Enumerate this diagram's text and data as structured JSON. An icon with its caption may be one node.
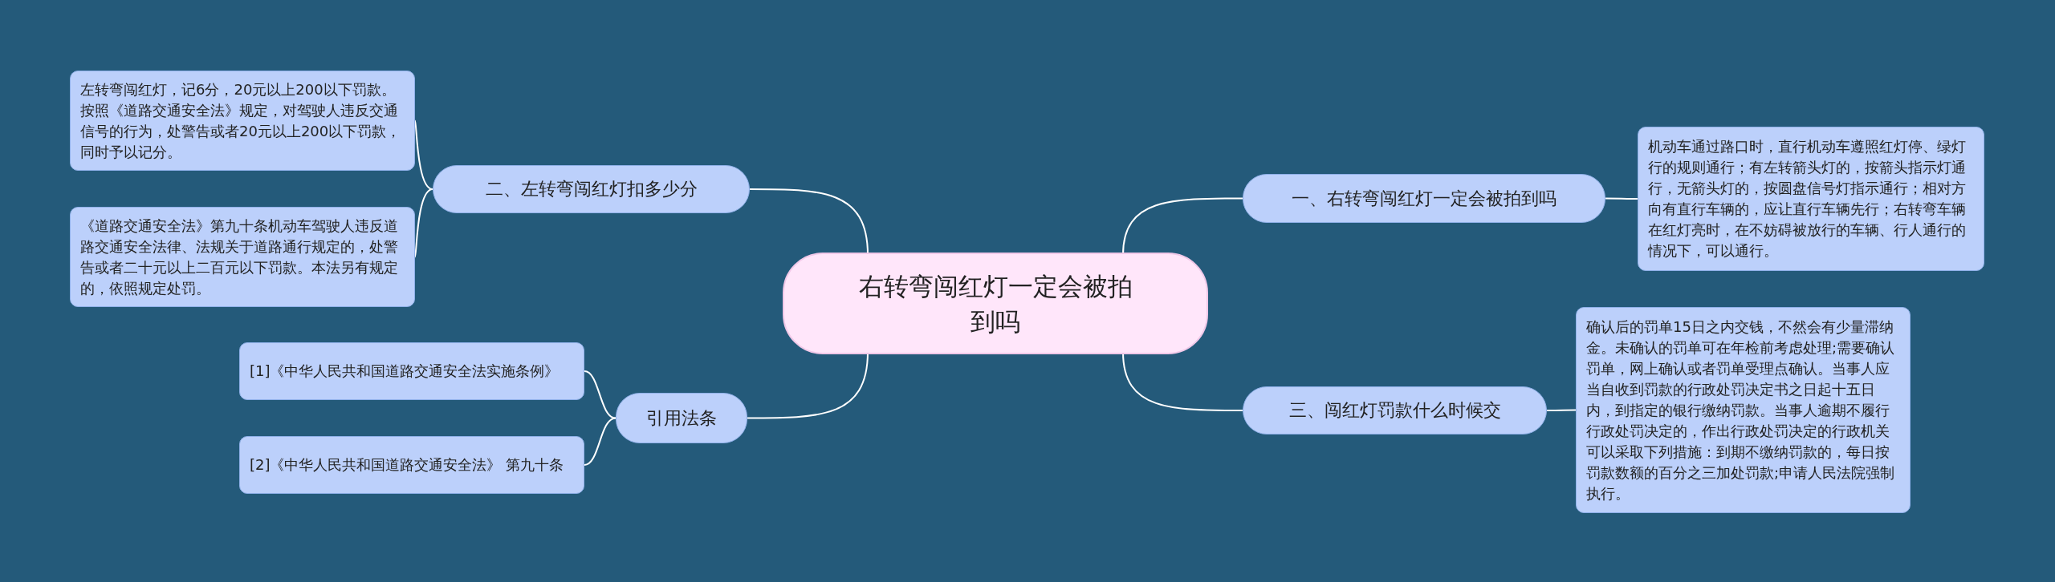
{
  "diagram": {
    "nodes": [
      {
        "text": [
          "右转弯闯红灯一定会被拍到吗"
        ]
      },
      {
        "text": [
          "一、右转弯闯红灯一定会被拍到吗"
        ]
      },
      {
        "text": [
          "机动车通过路口时，直行机动车遵照红灯停、绿灯行的规则通行；有左转箭头灯的，按箭头指示灯通行，无箭头灯的，按圆盘信号灯指示通行；相对方向有直行车辆的，应让直行车辆先行；右转弯车辆在红灯亮时，在不妨碍被放行的车辆、行人通行的情况下，可以通行。"
        ]
      },
      {
        "text": [
          "三、闯红灯罚款什么时候交"
        ]
      },
      {
        "text": [
          "确认后的罚单15日之内交钱，不然会有少量滞纳金。未确认的罚单可在年检前考虑处理;需要确认罚单，网上确认或者罚单受理点确认。当事人应当自收到罚款的行政处罚决定书之日起十五日内，到指定的银行缴纳罚款。当事人逾期不履行行政处罚决定的，作出行政处罚决定的行政机关可以采取下列措施：到期不缴纳罚款的，每日按罚款数额的百分之三加处罚款;申请人民法院强制执行。"
        ]
      },
      {
        "text": [
          "二、左转弯闯红灯扣多少分"
        ]
      },
      {
        "text": [
          "左转弯闯红灯，记6分，20元以上200以下罚款。按照《道路交通安全法》规定，对驾驶人违反交通信号的行为，处警告或者20元以上200以下罚款，同时予以记分。"
        ]
      },
      {
        "text": [
          "《道路交通安全法》第九十条机动车驾驶人违反道路交通安全法律、法规关于道路通行规定的，处警告或者二十元以上二百元以下罚款。本法另有规定的，依照规定处罚。"
        ]
      },
      {
        "text": [
          "引用法条"
        ]
      },
      {
        "text": [
          "[1]《中华人民共和国道路交通安全法实施条例》"
        ]
      },
      {
        "text": [
          "[2]《中华人民共和国道路交通安全法》 第九十条"
        ]
      }
    ],
    "edges": [
      {
        "from": 0,
        "to": 1,
        "arrow": "none"
      },
      {
        "from": 1,
        "to": 2,
        "arrow": "none"
      },
      {
        "from": 0,
        "to": 3,
        "arrow": "none"
      },
      {
        "from": 3,
        "to": 4,
        "arrow": "none"
      },
      {
        "from": 0,
        "to": 5,
        "arrow": "none"
      },
      {
        "from": 5,
        "to": 6,
        "arrow": "none"
      },
      {
        "from": 5,
        "to": 7,
        "arrow": "none"
      },
      {
        "from": 0,
        "to": 8,
        "arrow": "none"
      },
      {
        "from": 8,
        "to": 9,
        "arrow": "none"
      },
      {
        "from": 8,
        "to": 10,
        "arrow": "none"
      }
    ]
  }
}
